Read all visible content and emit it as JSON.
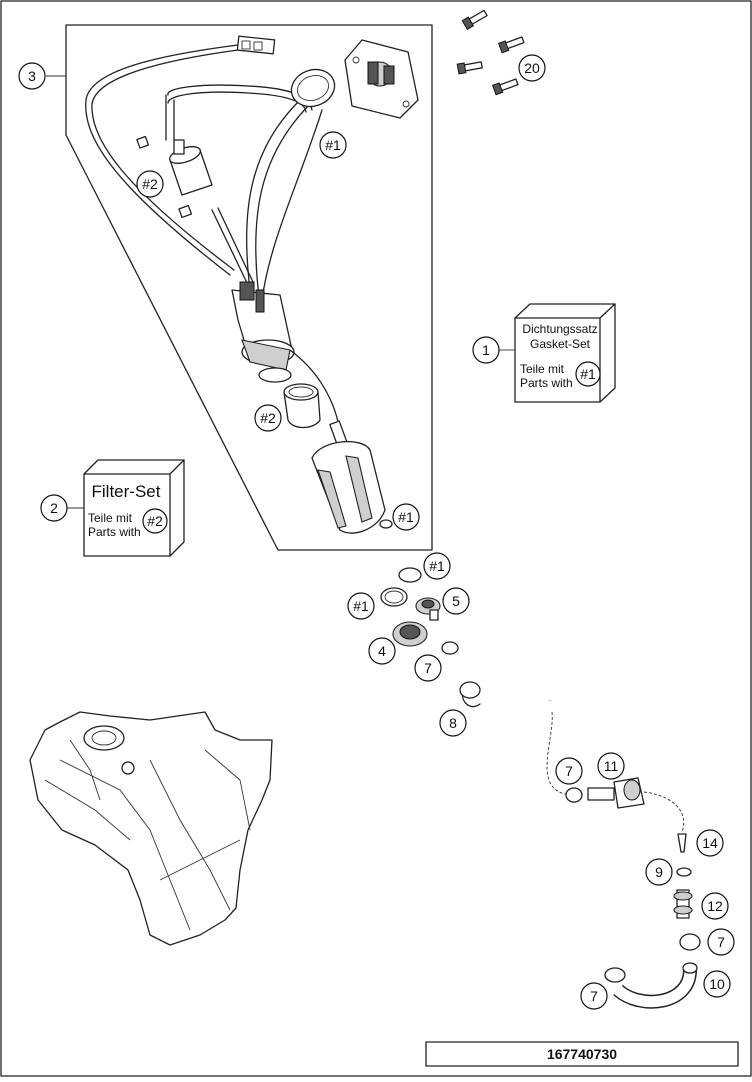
{
  "diagram_id": "167740730",
  "callouts": {
    "c1": "1",
    "c2": "2",
    "c3": "3",
    "c4": "4",
    "c5": "5",
    "c7": "7",
    "c8": "8",
    "c9": "9",
    "c10": "10",
    "c11": "11",
    "c12": "12",
    "c14": "14",
    "c20": "20",
    "g1": "#1",
    "g2": "#2"
  },
  "gasket_box": {
    "line1": "Dichtungssatz",
    "line2": "Gasket-Set",
    "line3": "Teile mit",
    "line4": "Parts with",
    "ref": "#1"
  },
  "filter_box": {
    "title": "Filter-Set",
    "line1": "Teile mit",
    "line2": "Parts with",
    "ref": "#2"
  }
}
